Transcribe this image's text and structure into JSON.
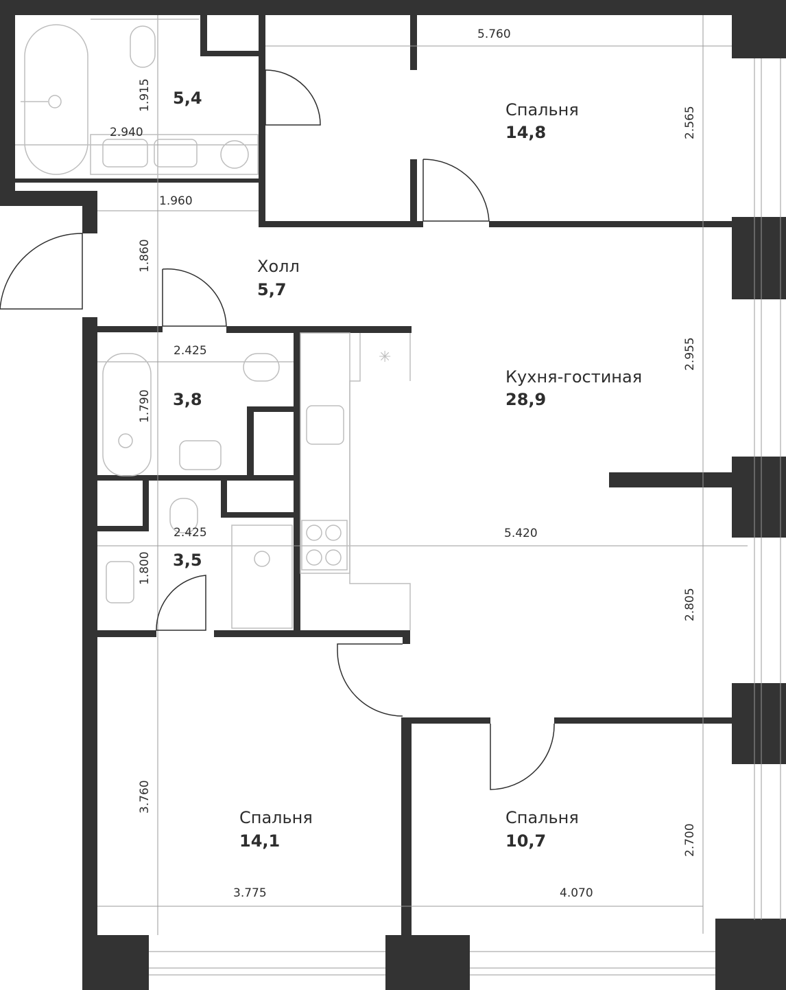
{
  "rooms": {
    "bedroom_top": {
      "name": "Спальня",
      "area": "14,8"
    },
    "bath_top": {
      "area": "5,4"
    },
    "hall": {
      "name": "Холл",
      "area": "5,7"
    },
    "kitchen_living": {
      "name": "Кухня-гостиная",
      "area": "28,9"
    },
    "bath_mid": {
      "area": "3,8"
    },
    "wc": {
      "area": "3,5"
    },
    "bedroom_left": {
      "name": "Спальня",
      "area": "14,1"
    },
    "bedroom_right": {
      "name": "Спальня",
      "area": "10,7"
    }
  },
  "dimensions": {
    "top_bedroom_width": "5.760",
    "top_bedroom_height": "2.565",
    "bath_top_width": "2.940",
    "bath_top_height": "1.915",
    "hall_width": "1.960",
    "hall_height": "1.860",
    "kitchen_height_upper": "2.955",
    "kitchen_width": "5.420",
    "kitchen_height_lower": "2.805",
    "bath_mid_width": "2.425",
    "bath_mid_height": "1.790",
    "wc_width": "2.425",
    "wc_height": "1.800",
    "bedroom_left_height": "3.760",
    "bedroom_left_width": "3.775",
    "bedroom_right_width": "4.070",
    "bedroom_right_height": "2.700"
  },
  "colors": {
    "wall": "#333333",
    "fixture": "#bdbdbd",
    "line": "#9a9a9a"
  }
}
